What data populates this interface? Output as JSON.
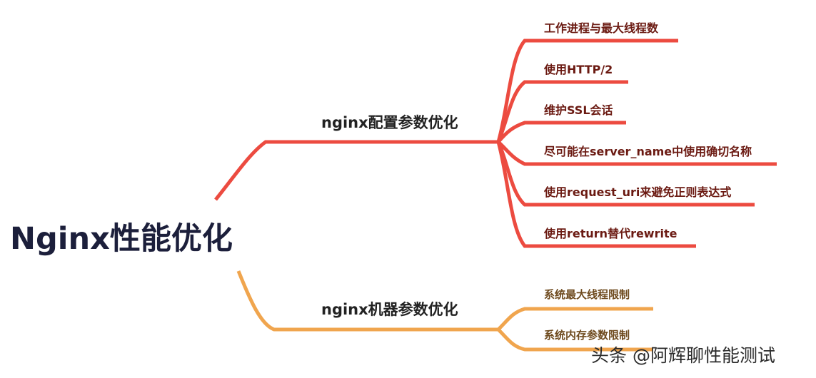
{
  "root": {
    "title": "Nginx性能优化"
  },
  "colors": {
    "red_branch": "#ec4b40",
    "orange_branch": "#f0a54e"
  },
  "branches": [
    {
      "label": "nginx配置参数优化",
      "children": [
        "工作进程与最大线程数",
        "使用HTTP/2",
        "维护SSL会话",
        "尽可能在server_name中使用确切名称",
        "使用request_uri来避免正则表达式",
        "使用return替代rewrite"
      ]
    },
    {
      "label": "nginx机器参数优化",
      "children": [
        "系统最大线程限制",
        "系统内存参数限制"
      ]
    }
  ],
  "watermark": "头条 @阿辉聊性能测试"
}
